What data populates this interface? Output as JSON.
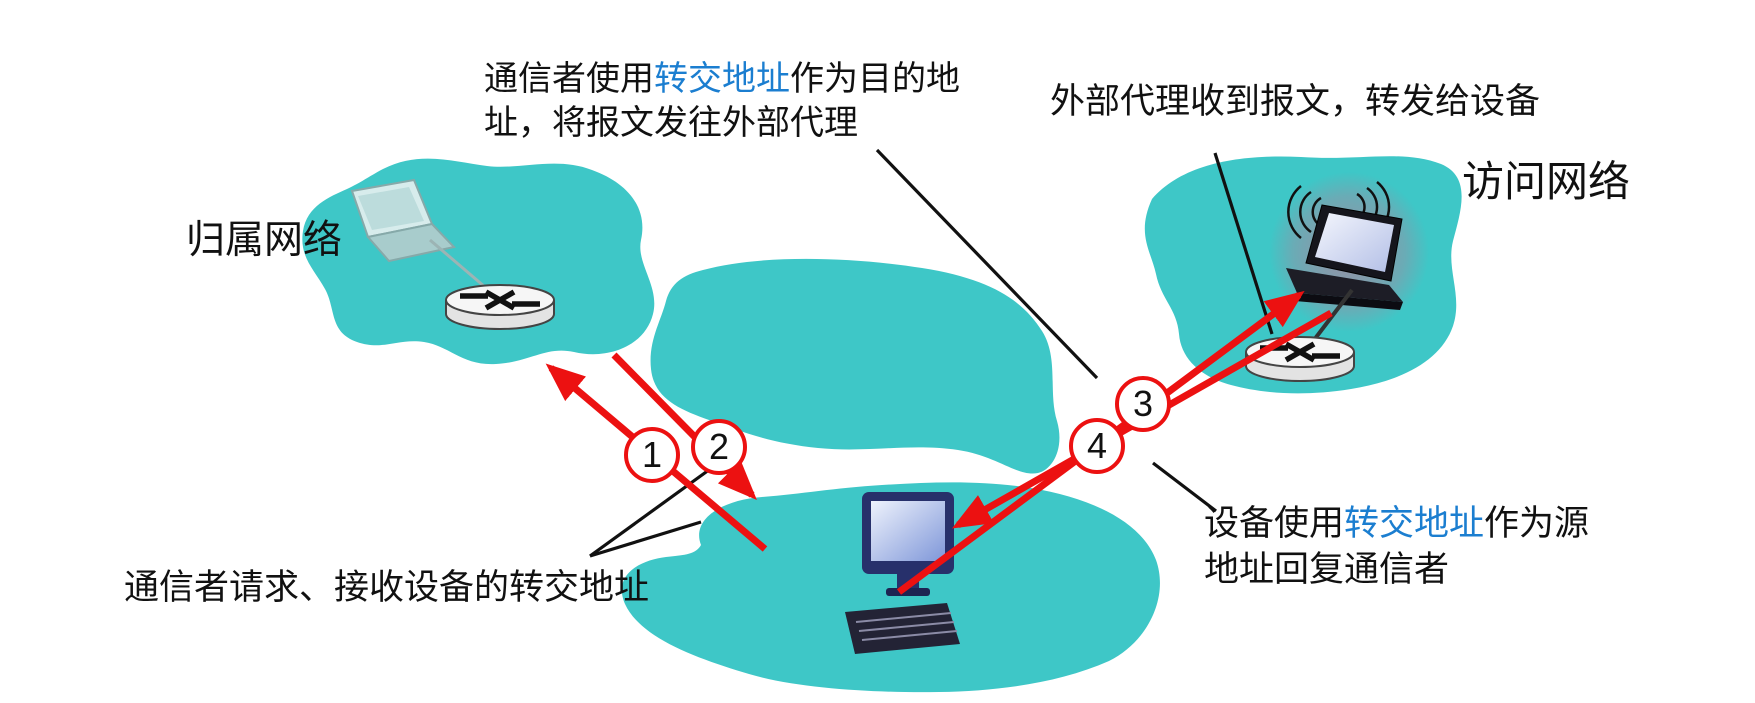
{
  "colors": {
    "network_fill": "#3ec7c7",
    "arrow_red": "#ec1111",
    "highlight_blue": "#1b7ed0",
    "text": "#111111"
  },
  "labels": {
    "home_network": "归属网络",
    "visited_network": "访问网络"
  },
  "annotations": {
    "correspondent_send": {
      "line1_prefix": "通信者使用",
      "line1_highlight": "转交地址",
      "line1_suffix": "作为目的地",
      "line2": "址，将报文发往外部代理"
    },
    "foreign_agent_forward": "外部代理收到报文，转发给设备",
    "correspondent_request": "通信者请求、接收设备的转交地址",
    "device_reply": {
      "line1_prefix": "设备使用",
      "line1_highlight": "转交地址",
      "line1_suffix": "作为源",
      "line2": "地址回复通信者"
    }
  },
  "steps": [
    "1",
    "2",
    "3",
    "4"
  ]
}
